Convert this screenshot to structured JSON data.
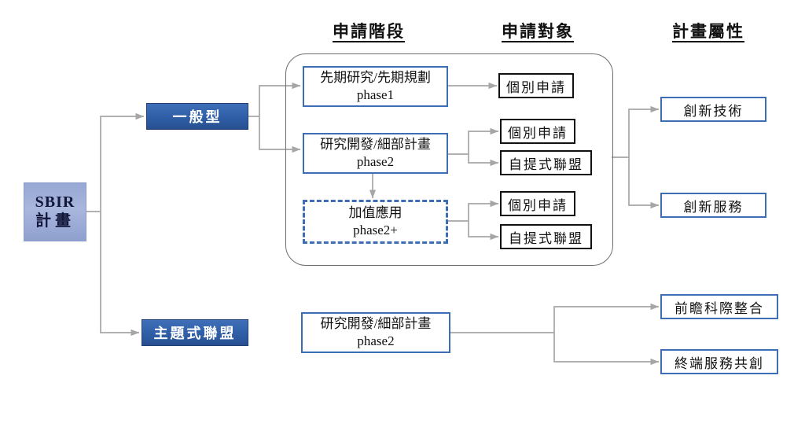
{
  "diagram": {
    "title": "SBIR Program Application Flowchart",
    "colors": {
      "accent_blue": "#3c6db5",
      "category_blue": "#2f5ea6",
      "root_lavender": "#a9b6dd",
      "connector_gray": "#a6a6a6",
      "target_black": "#111111"
    }
  },
  "headers": [
    {
      "label": "申請階段"
    },
    {
      "label": "申請對象"
    },
    {
      "label": "計畫屬性"
    }
  ],
  "root": {
    "line1": "SBIR",
    "line2": "計畫"
  },
  "categories": [
    {
      "label": "一般型"
    },
    {
      "label": "主題式聯盟"
    }
  ],
  "phases": [
    {
      "title": "先期研究/先期規劃",
      "code": "phase1",
      "style": "solid"
    },
    {
      "title": "研究開發/細部計畫",
      "code": "phase2",
      "style": "solid"
    },
    {
      "title": "加值應用",
      "code": "phase2+",
      "style": "dashed"
    },
    {
      "title": "研究開發/細部計畫",
      "code": "phase2",
      "style": "solid"
    }
  ],
  "targets": [
    {
      "label": "個別申請"
    },
    {
      "label": "個別申請"
    },
    {
      "label": "自提式聯盟"
    },
    {
      "label": "個別申請"
    },
    {
      "label": "自提式聯盟"
    }
  ],
  "attributes": [
    {
      "label": "創新技術"
    },
    {
      "label": "創新服務"
    },
    {
      "label": "前瞻科際整合"
    },
    {
      "label": "終端服務共創"
    }
  ]
}
